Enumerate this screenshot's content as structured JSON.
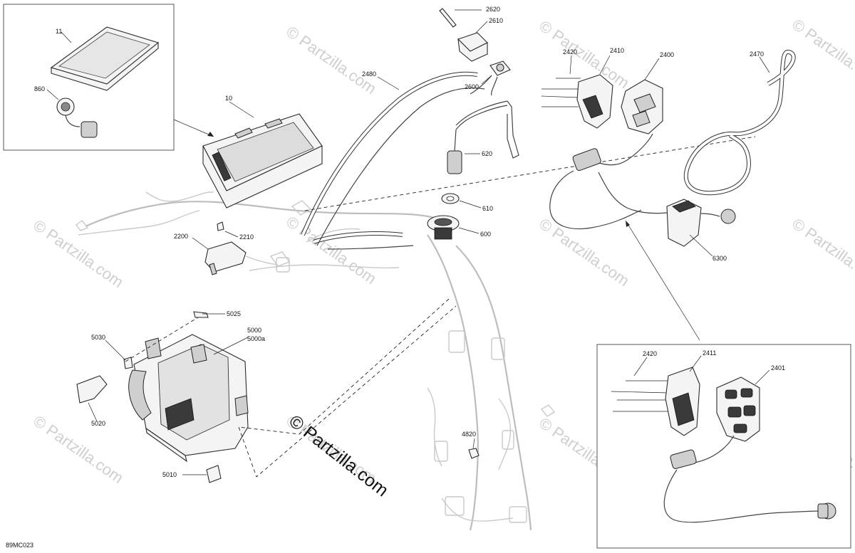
{
  "watermark": {
    "text": "© Partzilla.com",
    "center_text": "© Partzilla.com"
  },
  "diagram_code": "89MC023",
  "callouts": {
    "c11": "11",
    "c860": "860",
    "c10": "10",
    "c2620": "2620",
    "c2610": "2610",
    "c2480": "2480",
    "c2600": "2600",
    "c620": "620",
    "c610": "610",
    "c600": "600",
    "c2420a": "2420",
    "c2410": "2410",
    "c2400": "2400",
    "c2470": "2470",
    "c6300": "6300",
    "c2200": "2200",
    "c2210": "2210",
    "c5025": "5025",
    "c5030": "5030",
    "c5000": "5000",
    "c5000a": "5000a",
    "c5020": "5020",
    "c5010": "5010",
    "c4820": "4820",
    "c2420b": "2420",
    "c2411": "2411",
    "c2401": "2401"
  }
}
